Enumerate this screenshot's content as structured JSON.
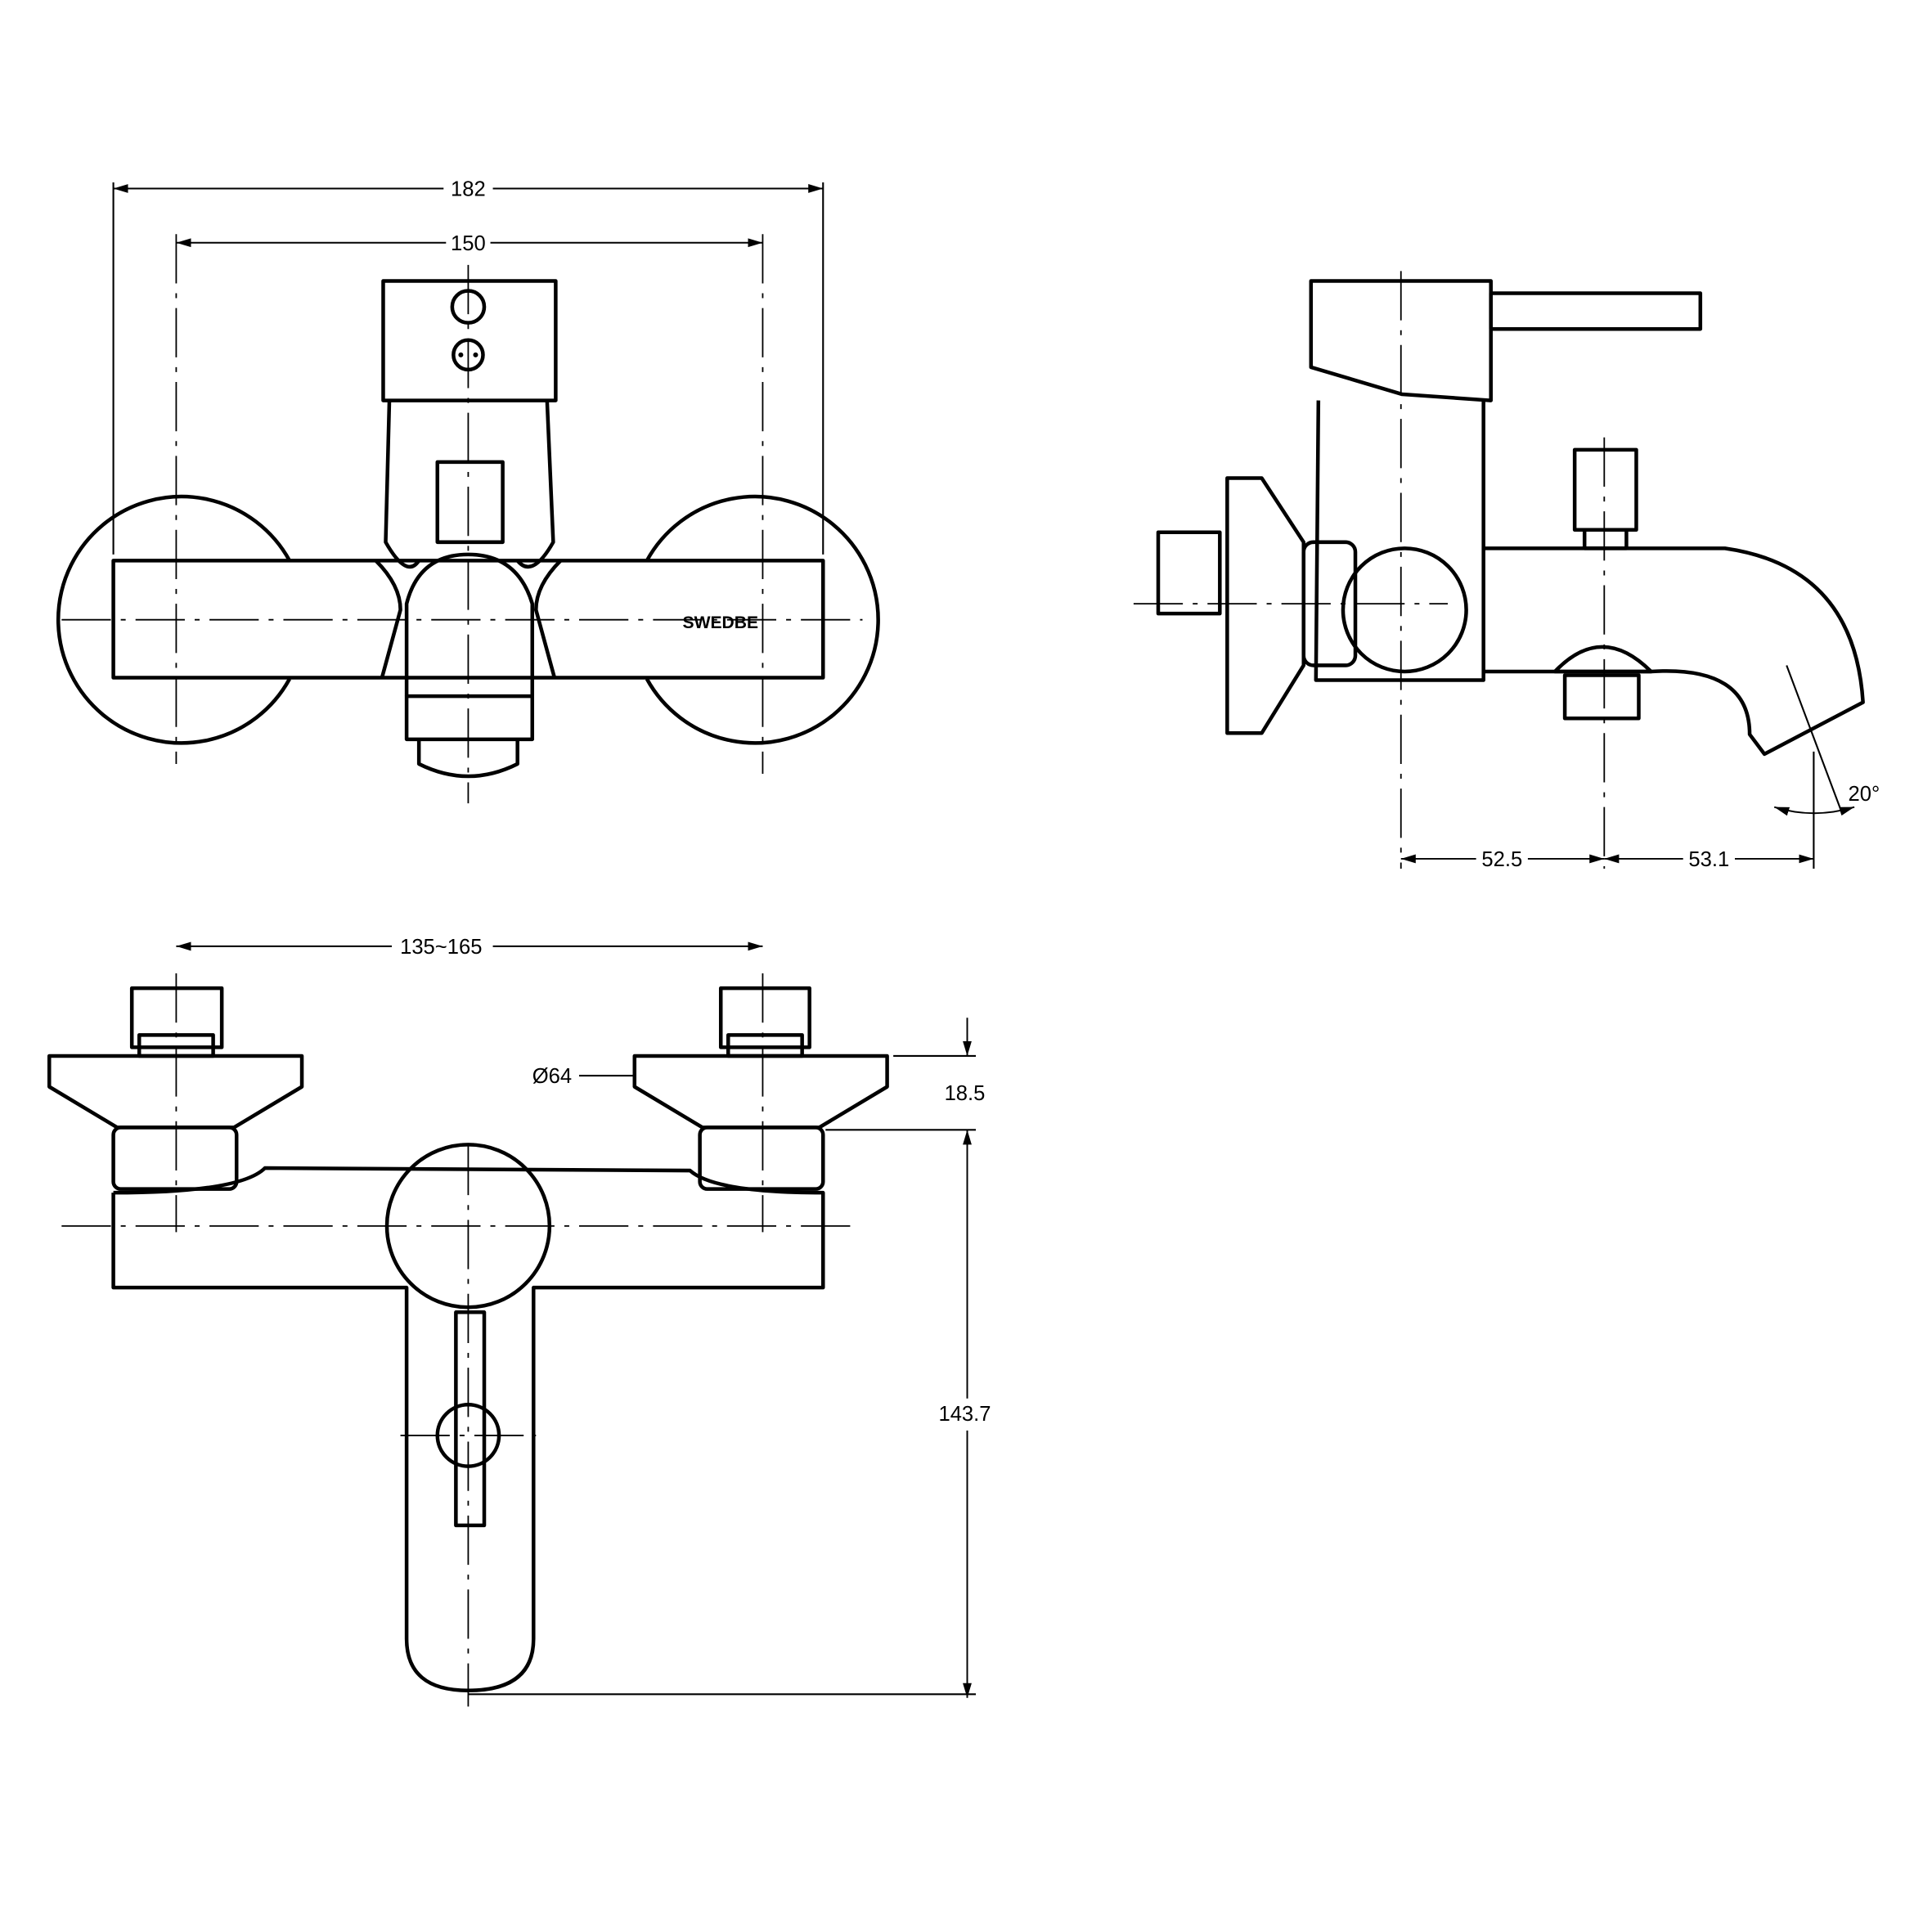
{
  "drawing": {
    "brand_mark": "SWEDBE",
    "front_view": {
      "overall_width": "182",
      "inlet_spacing": "150"
    },
    "side_view": {
      "depth_to_spout_axis": "52.5",
      "spout_reach": "53.1",
      "spout_angle": "20°"
    },
    "bottom_view": {
      "inlet_range": "135~165",
      "flange_diameter": "Ø64",
      "flange_height": "18.5",
      "total_depth": "143.7"
    }
  }
}
